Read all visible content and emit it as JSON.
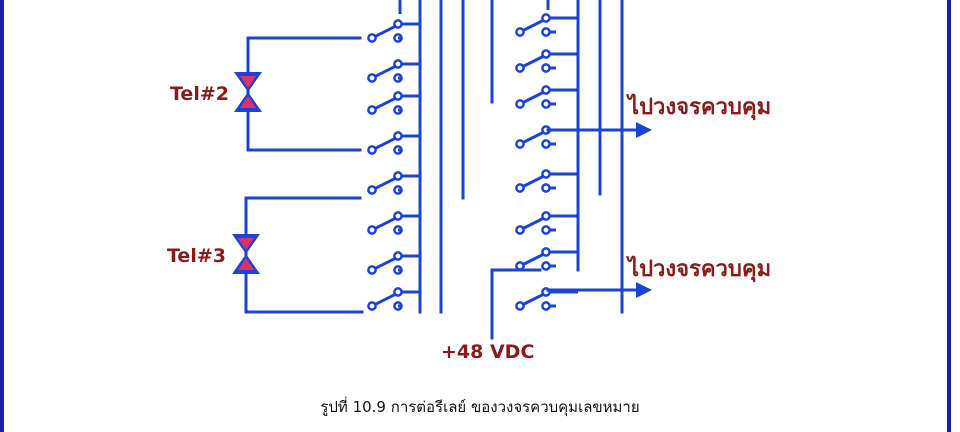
{
  "labels": {
    "tel2": "Tel#2",
    "tel3": "Tel#3",
    "vdc": "+48 VDC",
    "out1": "ไปวงจรควบคุม",
    "out2": "ไปวงจรควบคุม"
  },
  "caption": "รูปที่ 10.9 การต่อรีเลย์ ของวงจรควบคุมเลขหมาย",
  "colors": {
    "wire": "#1a44d8",
    "label": "#8b1a1a",
    "frame": "#1c1cb0",
    "triangle": "#e0306a"
  }
}
